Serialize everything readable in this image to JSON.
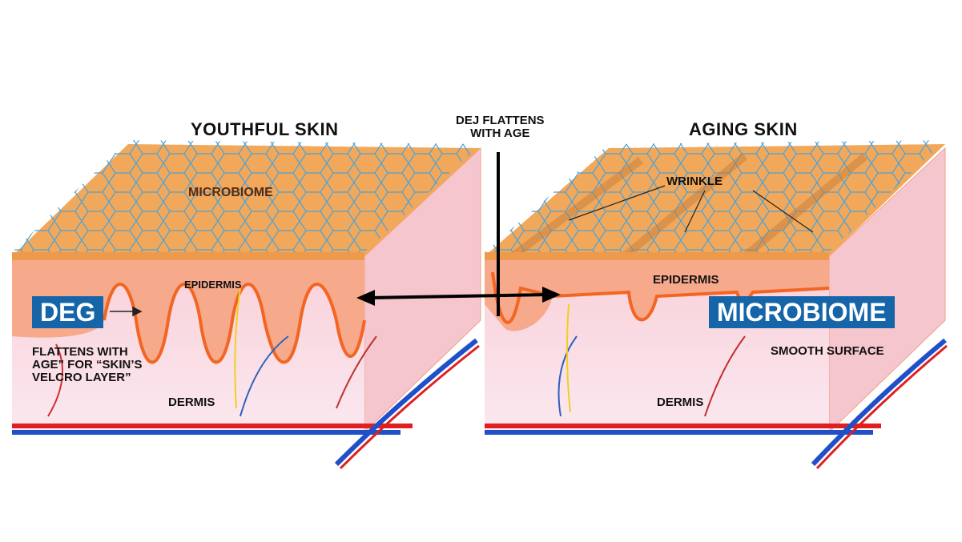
{
  "youthful": {
    "title": "YOUTHFUL SKIN",
    "microbiome": "MICROBIOME",
    "epidermis": "EPIDERMIS",
    "deg_box": "DEG",
    "note_lines": [
      "FLATTENS WITH",
      "AGE” FOR “SKIN’S",
      "VELCRO LAYER”"
    ],
    "dermis": "DERMIS"
  },
  "center": {
    "dej_lines": [
      "DEJ FLATTENS",
      "WITH AGE"
    ]
  },
  "aging": {
    "title": "AGING SKIN",
    "wrinkle": "WRINKLE",
    "epidermis": "EPIDERMIS",
    "microbiome_box": "MICROBIOME",
    "smooth_surface": "SMOOTH SURFACE",
    "dermis": "DERMIS"
  },
  "colors": {
    "surface": "#f2a85a",
    "epidermis": "#f7a98c",
    "dermis": "#f8dfe8",
    "dej_line": "#f26522",
    "mesh": "#4aa3d8",
    "box": "#1565a8",
    "artery": "#e02020",
    "vein": "#2050c8"
  }
}
